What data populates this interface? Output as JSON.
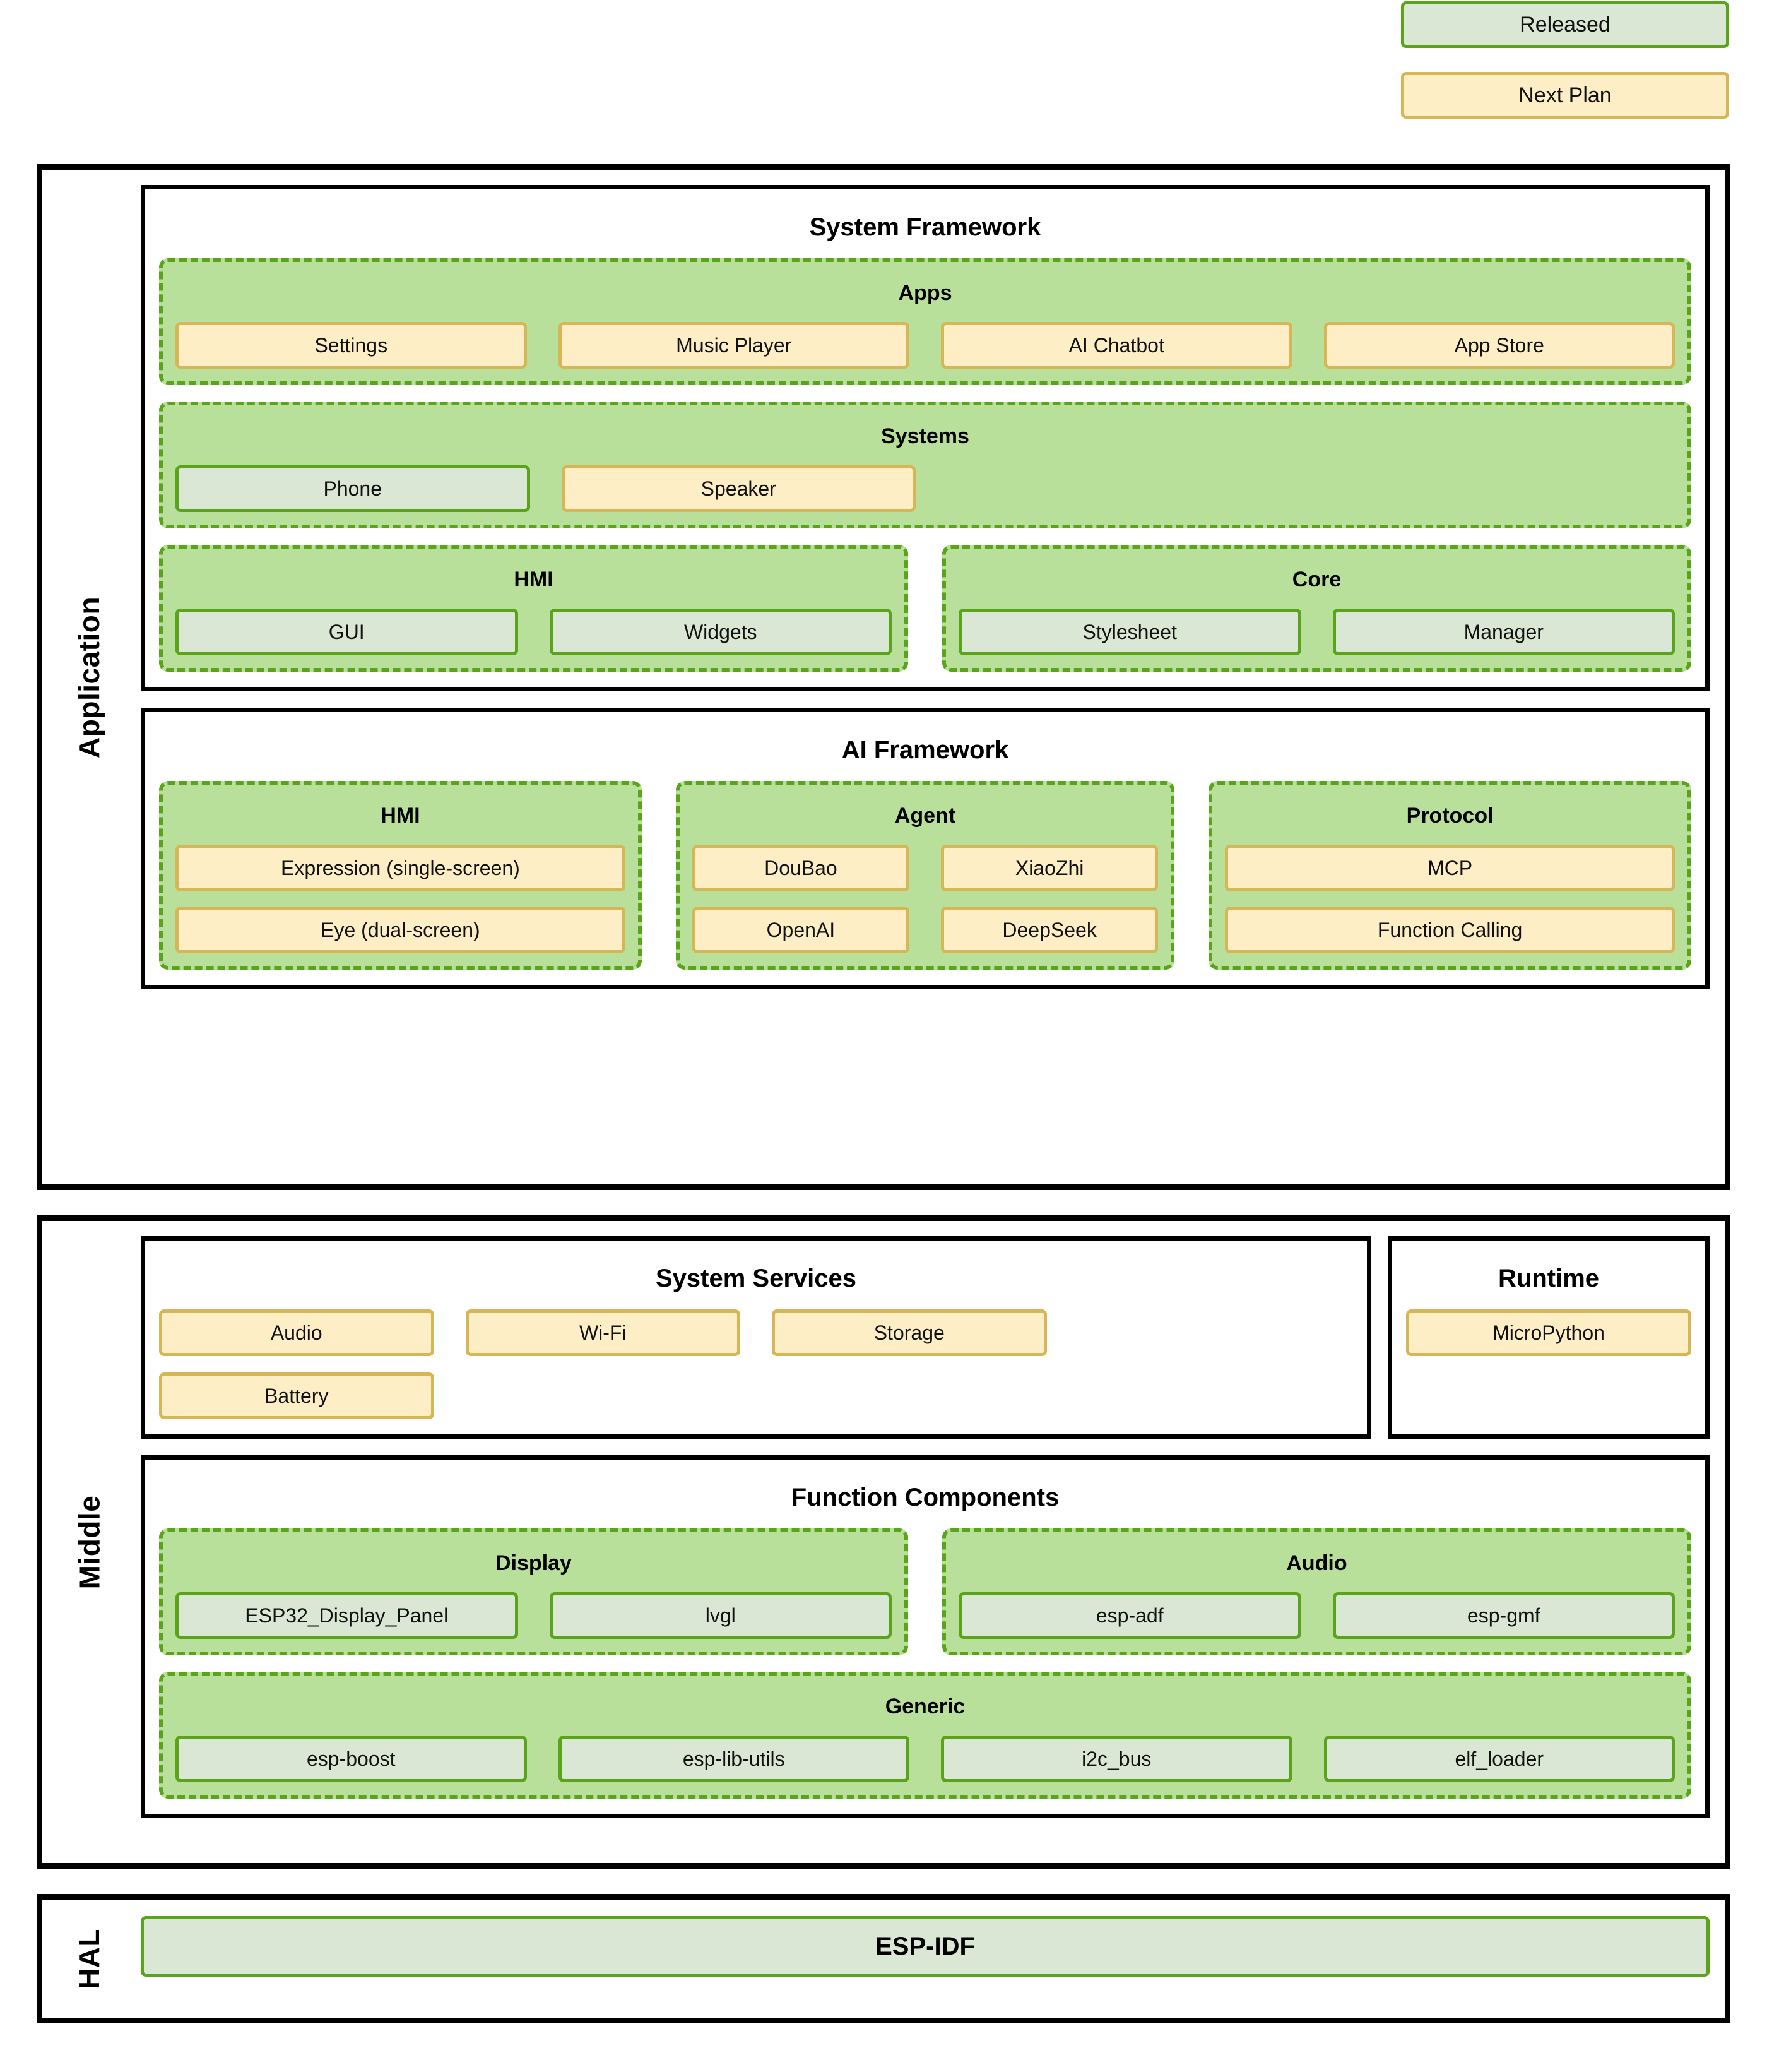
{
  "legend": {
    "released_label": "Released",
    "next_plan_label": "Next Plan",
    "released_fill": "#d9e7d4",
    "released_border": "#5aa419",
    "next_fill": "#fdeec6",
    "next_border": "#d6b656"
  },
  "layers": {
    "application": {
      "label": "Application",
      "system_framework": {
        "title": "System Framework",
        "apps": {
          "title": "Apps",
          "items": [
            {
              "label": "Settings",
              "status": "next"
            },
            {
              "label": "Music Player",
              "status": "next"
            },
            {
              "label": "AI Chatbot",
              "status": "next"
            },
            {
              "label": "App Store",
              "status": "next"
            }
          ]
        },
        "systems": {
          "title": "Systems",
          "items": [
            {
              "label": "Phone",
              "status": "released"
            },
            {
              "label": "Speaker",
              "status": "next"
            }
          ]
        },
        "hmi": {
          "title": "HMI",
          "items": [
            {
              "label": "GUI",
              "status": "released"
            },
            {
              "label": "Widgets",
              "status": "released"
            }
          ]
        },
        "core": {
          "title": "Core",
          "items": [
            {
              "label": "Stylesheet",
              "status": "released"
            },
            {
              "label": "Manager",
              "status": "released"
            }
          ]
        }
      },
      "ai_framework": {
        "title": "AI Framework",
        "hmi": {
          "title": "HMI",
          "items": [
            {
              "label": "Expression (single-screen)",
              "status": "next"
            },
            {
              "label": "Eye (dual-screen)",
              "status": "next"
            }
          ]
        },
        "agent": {
          "title": "Agent",
          "row1": [
            {
              "label": "DouBao",
              "status": "next"
            },
            {
              "label": "XiaoZhi",
              "status": "next"
            }
          ],
          "row2": [
            {
              "label": "OpenAI",
              "status": "next"
            },
            {
              "label": "DeepSeek",
              "status": "next"
            }
          ]
        },
        "protocol": {
          "title": "Protocol",
          "items": [
            {
              "label": "MCP",
              "status": "next"
            },
            {
              "label": "Function Calling",
              "status": "next"
            }
          ]
        }
      }
    },
    "middle": {
      "label": "Middle",
      "system_services": {
        "title": "System Services",
        "row1": [
          {
            "label": "Audio",
            "status": "next"
          },
          {
            "label": "Wi-Fi",
            "status": "next"
          },
          {
            "label": "Storage",
            "status": "next"
          }
        ],
        "row2": [
          {
            "label": "Battery",
            "status": "next"
          }
        ]
      },
      "runtime": {
        "title": "Runtime",
        "items": [
          {
            "label": "MicroPython",
            "status": "next"
          }
        ]
      },
      "function_components": {
        "title": "Function Components",
        "display": {
          "title": "Display",
          "items": [
            {
              "label": "ESP32_Display_Panel",
              "status": "released"
            },
            {
              "label": "lvgl",
              "status": "released"
            }
          ]
        },
        "audio": {
          "title": "Audio",
          "items": [
            {
              "label": "esp-adf",
              "status": "released"
            },
            {
              "label": "esp-gmf",
              "status": "released"
            }
          ]
        },
        "generic": {
          "title": "Generic",
          "items": [
            {
              "label": "esp-boost",
              "status": "released"
            },
            {
              "label": "esp-lib-utils",
              "status": "released"
            },
            {
              "label": "i2c_bus",
              "status": "released"
            },
            {
              "label": "elf_loader",
              "status": "released"
            }
          ]
        }
      }
    },
    "hal": {
      "label": "HAL",
      "bar": {
        "label": "ESP-IDF",
        "status": "released"
      }
    }
  }
}
